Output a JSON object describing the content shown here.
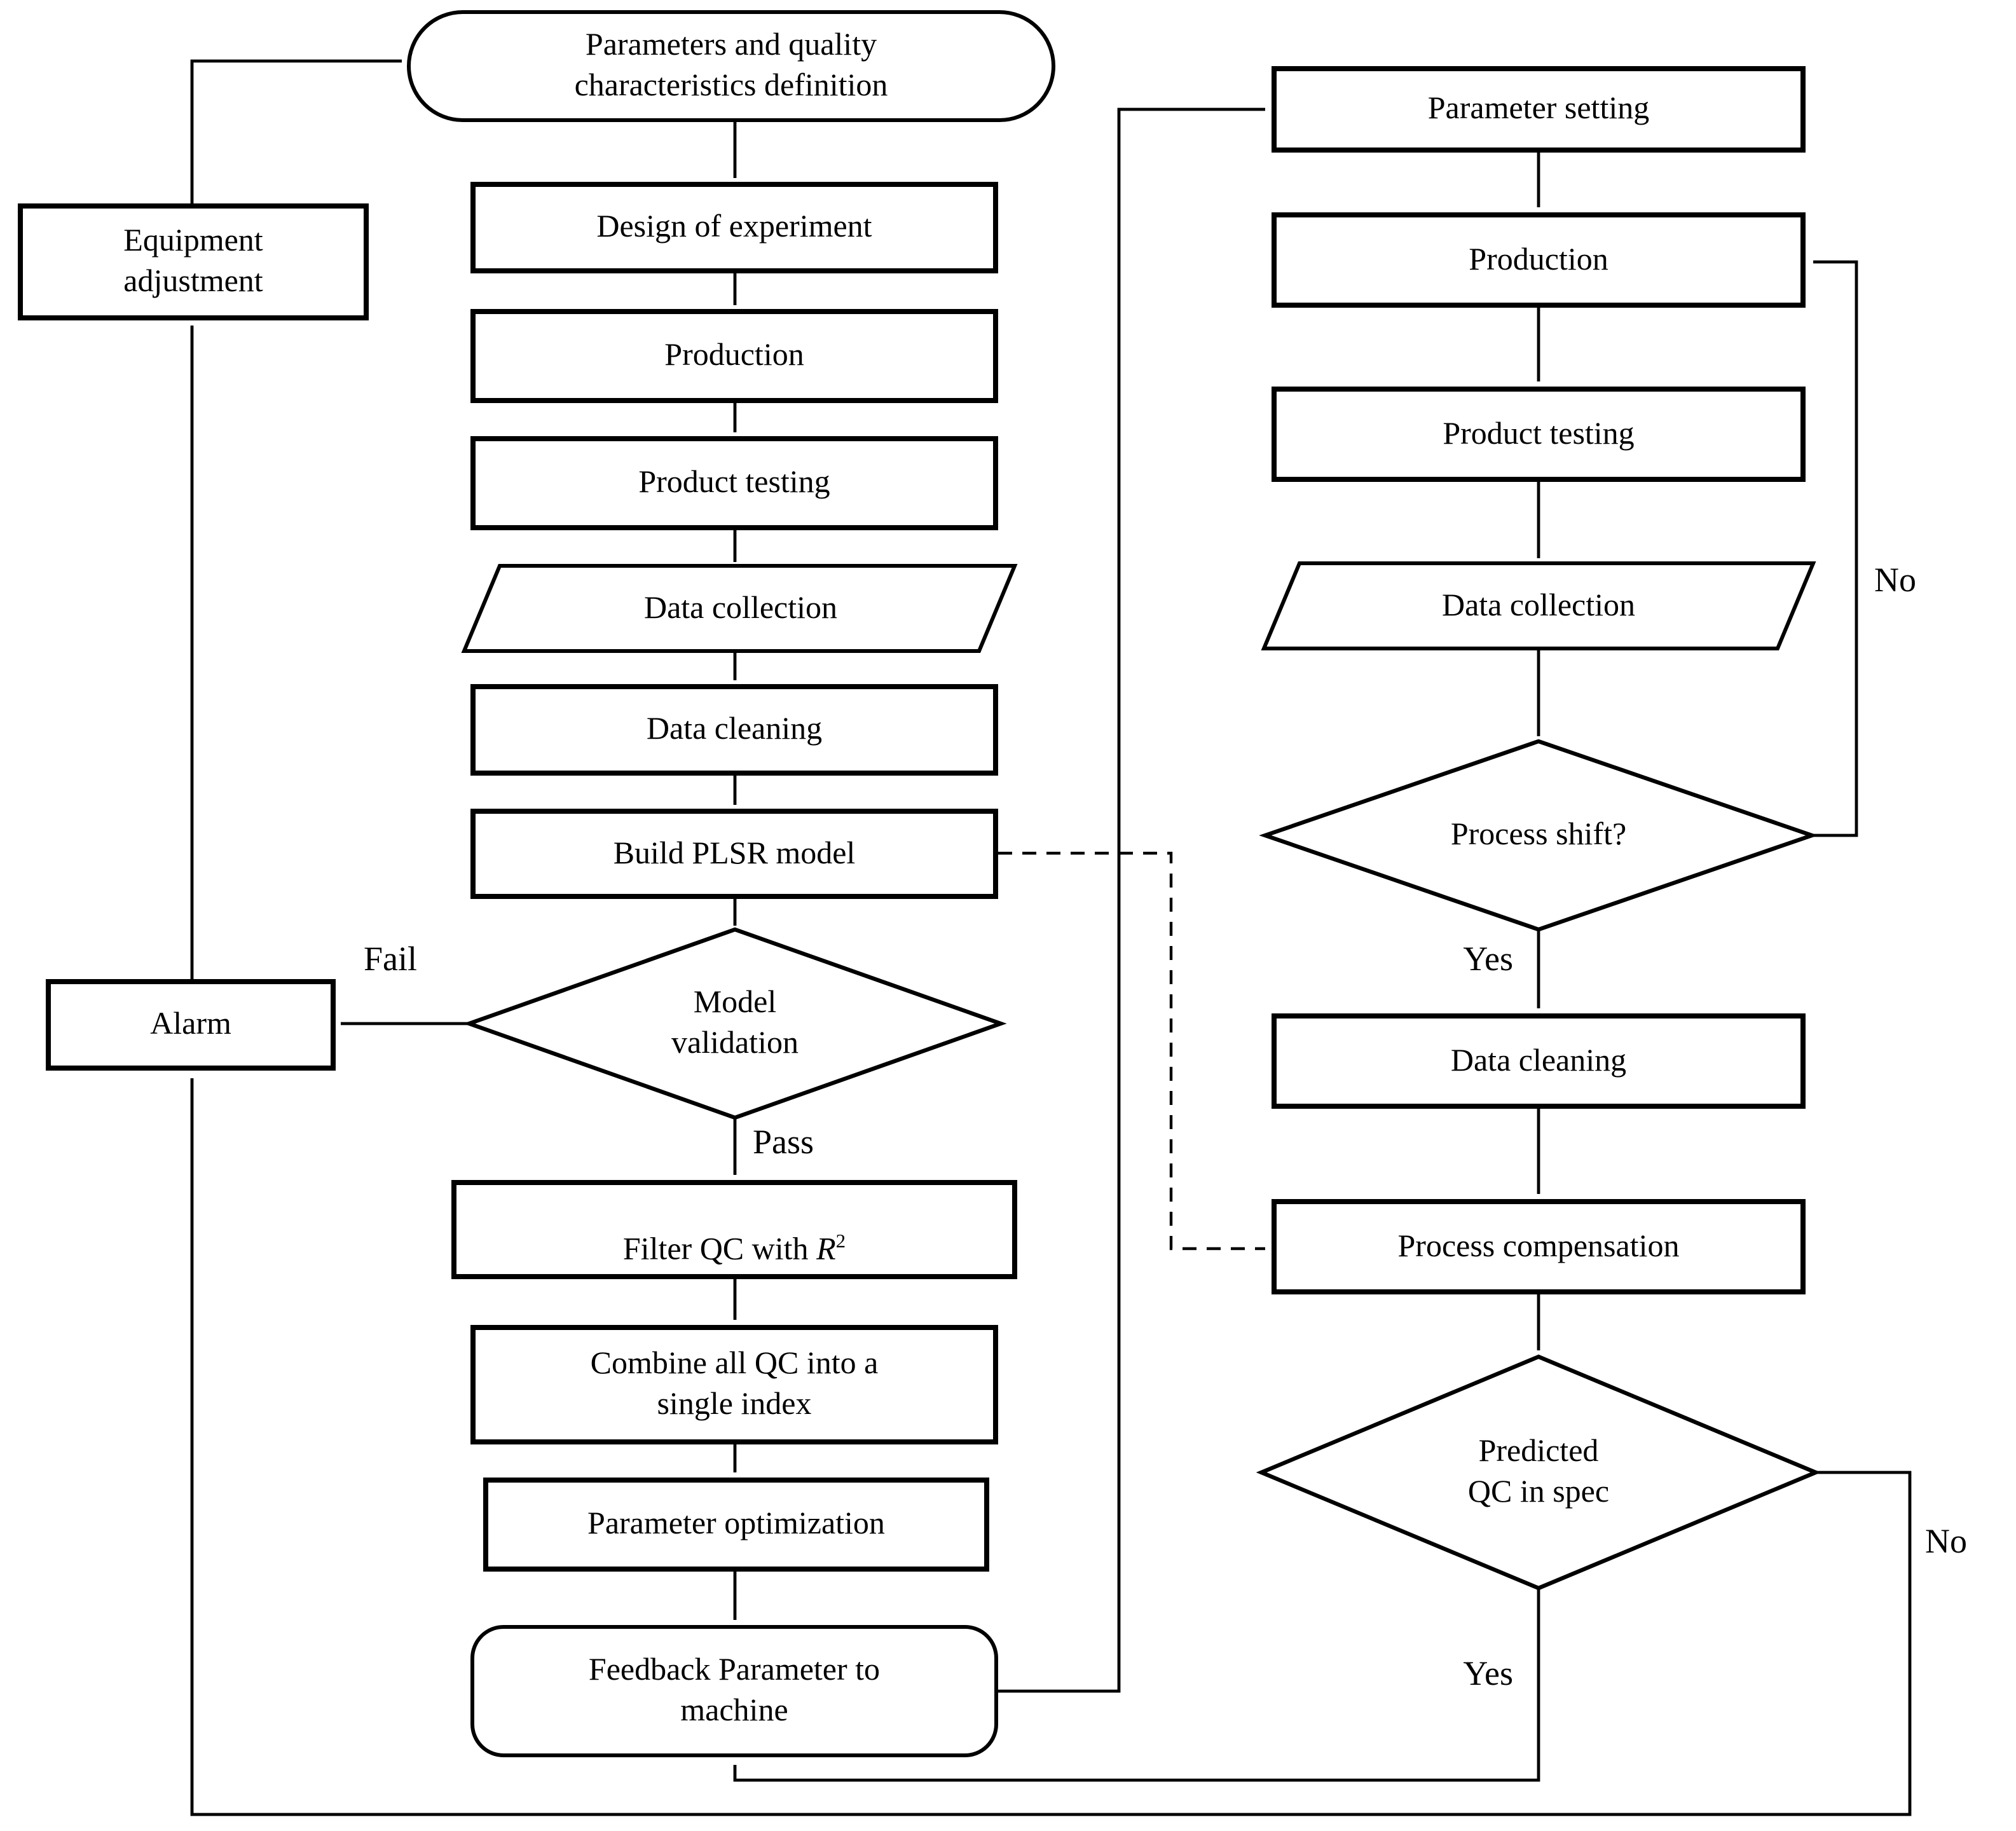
{
  "figure": {
    "colors": {
      "stroke": "#000000",
      "background": "#ffffff"
    },
    "nodes": {
      "params_def": "Parameters and quality\ncharacteristics definition",
      "design_experiment": "Design of experiment",
      "production_left": "Production",
      "product_testing_left": "Product testing",
      "data_collection_left": "Data collection",
      "data_cleaning_left": "Data cleaning",
      "build_plsr": "Build PLSR model",
      "model_validation": "Model\nvalidation",
      "filter_qc": {
        "prefix": "Filter QC with ",
        "symbol": "R",
        "superscript": "2"
      },
      "combine_qc": "Combine all QC into a\nsingle index",
      "parameter_optimization": "Parameter optimization",
      "feedback_parameter": "Feedback Parameter to\nmachine",
      "equipment_adjustment": "Equipment\nadjustment",
      "alarm": "Alarm",
      "parameter_setting": "Parameter setting",
      "production_right": "Production",
      "product_testing_right": "Product testing",
      "data_collection_right": "Data collection",
      "process_shift": "Process shift?",
      "data_cleaning_right": "Data cleaning",
      "process_compensation": "Process compensation",
      "predicted_qc": "Predicted\nQC in spec"
    },
    "edge_labels": {
      "fail": "Fail",
      "pass": "Pass",
      "yes_shift": "Yes",
      "no_shift": "No",
      "yes_spec": "Yes",
      "no_spec": "No"
    }
  }
}
